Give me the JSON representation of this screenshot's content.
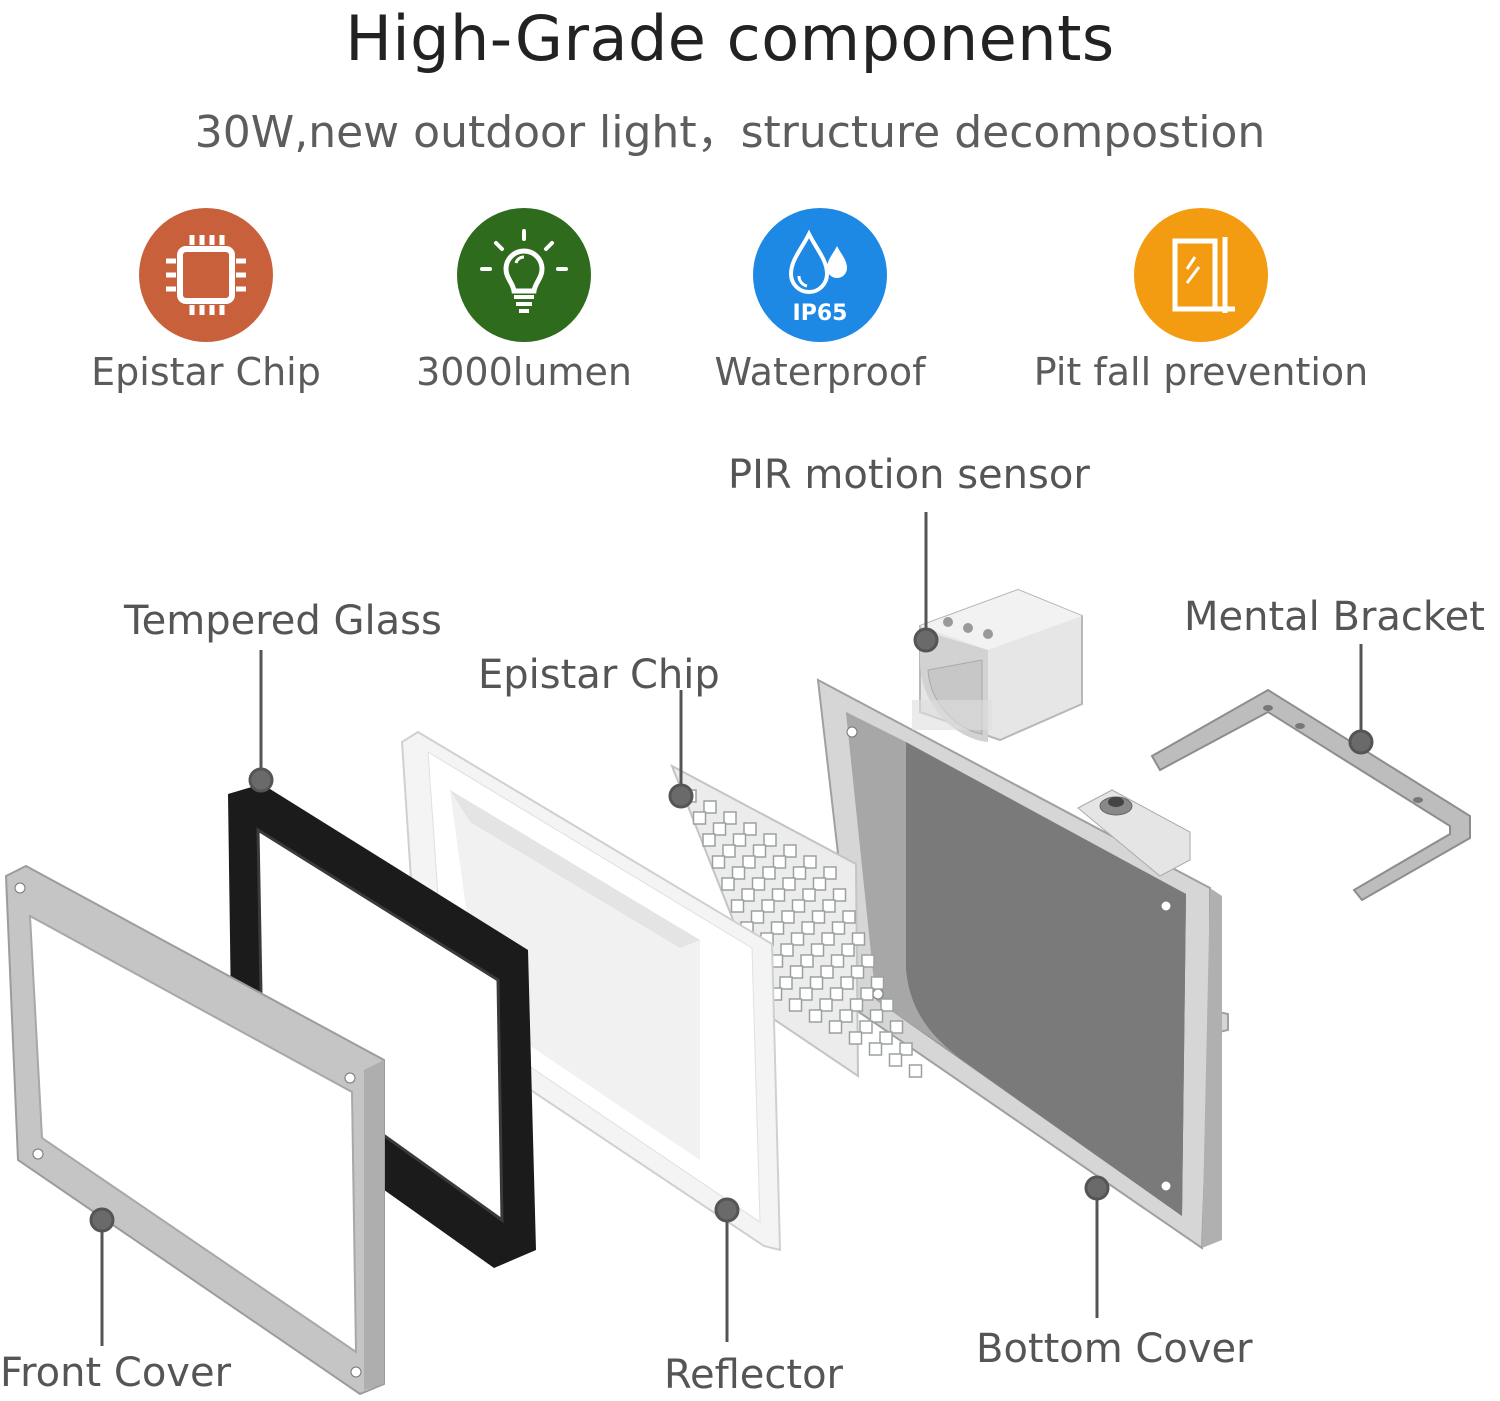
{
  "header": {
    "title": "High-Grade components",
    "subtitle": "30W,new outdoor light，structure decompostion"
  },
  "features": [
    {
      "label": "Epistar Chip",
      "icon": "chip-icon",
      "color": "#c8613b"
    },
    {
      "label": "3000lumen",
      "icon": "light-bulb-icon",
      "color": "#2f6b1c"
    },
    {
      "label": "Waterproof",
      "icon": "water-drop-icon",
      "color": "#1e88e5",
      "badge_text": "IP65"
    },
    {
      "label": "Pit fall prevention",
      "icon": "glass-panel-icon",
      "color": "#f39c12"
    }
  ],
  "parts": {
    "pir_sensor": "PIR motion sensor",
    "tempered_glass": "Tempered Glass",
    "epistar_chip": "Epistar Chip",
    "metal_bracket": "Mental Bracket",
    "front_cover": "Front Cover",
    "reflector": "Reflector",
    "bottom_cover": "Bottom Cover"
  }
}
